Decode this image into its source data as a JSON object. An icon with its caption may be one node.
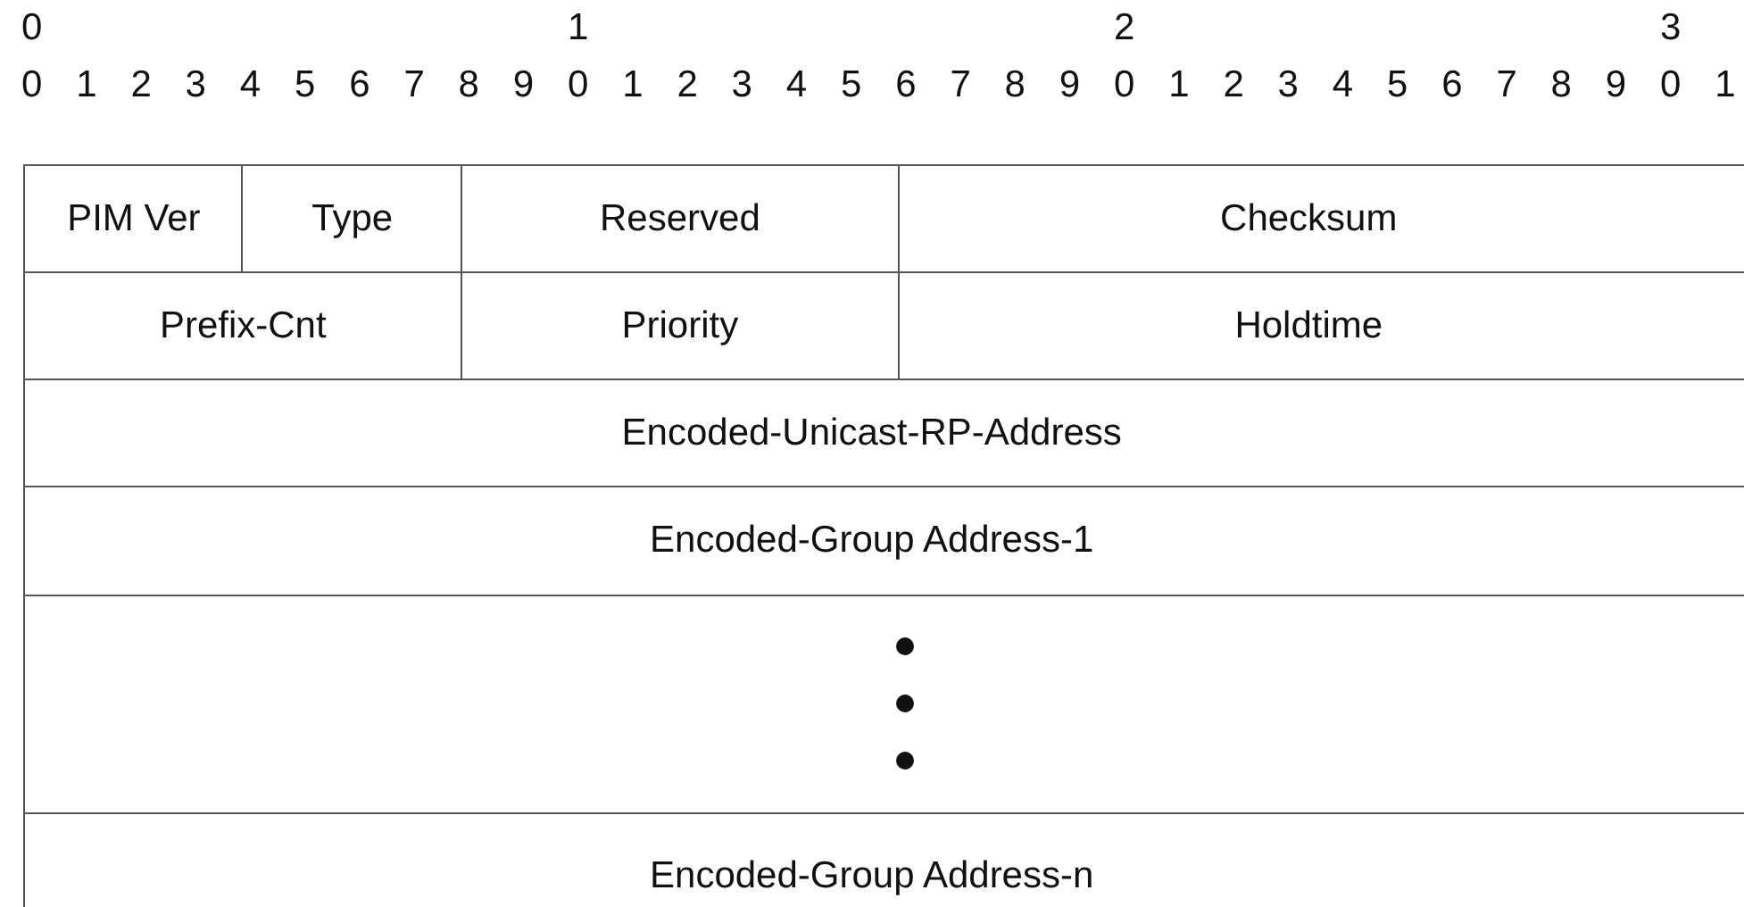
{
  "diagram": {
    "labels": [
      "0",
      "1",
      "2",
      "3",
      "0",
      "1",
      "2",
      "3",
      "4",
      "5",
      "6",
      "7",
      "8",
      "9",
      "0",
      "1",
      "2",
      "3",
      "4",
      "5",
      "6",
      "7",
      "8",
      "9",
      "0",
      "1",
      "2",
      "3",
      "4",
      "5",
      "6",
      "7",
      "8",
      "9",
      "0",
      "1",
      "PIM Ver",
      "Type",
      "Reserved",
      "Checksum",
      "Prefix-Cnt",
      "Priority",
      "Holdtime",
      "Encoded-Unicast-RP-Address",
      "Encoded-Group Address-1",
      "Encoded-Group Address-n"
    ]
  }
}
